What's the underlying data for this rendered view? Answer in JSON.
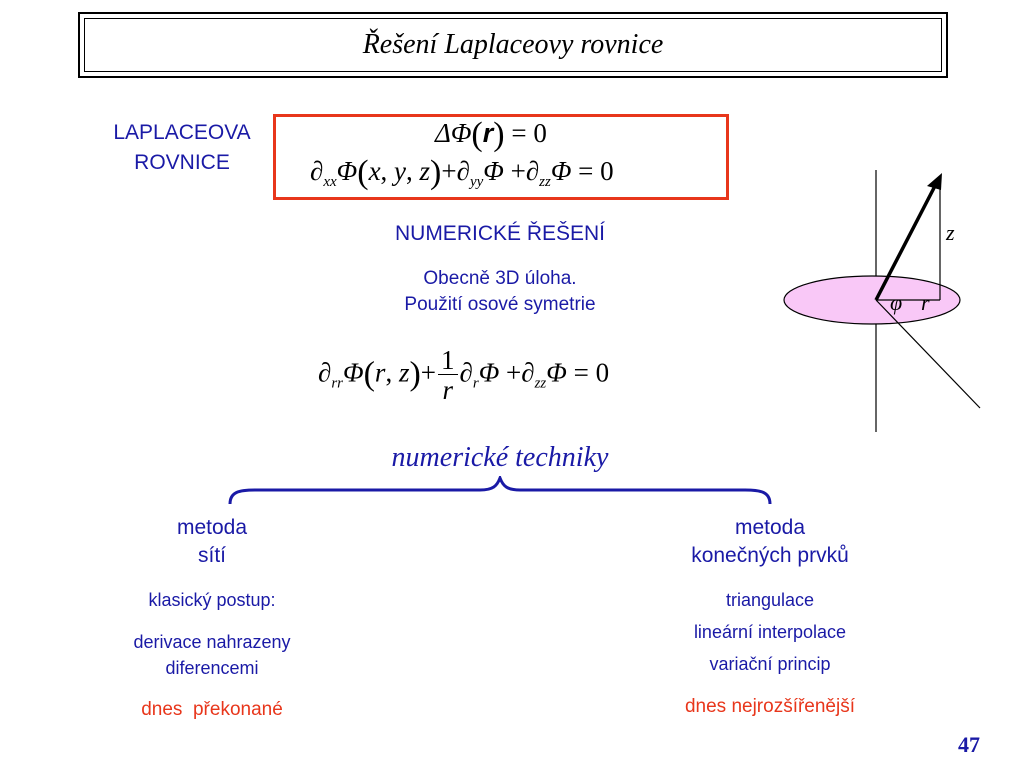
{
  "slide": {
    "title": "Řešení Laplaceovy rovnice",
    "page_number": "47"
  },
  "laplace": {
    "label_line1": "LAPLACEOVA",
    "label_line2": "ROVNICE"
  },
  "numeric": {
    "heading": "NUMERICKÉ ŘEŠENÍ",
    "line1": "Obecně 3D úloha.",
    "line2": "Použití osové symetrie"
  },
  "diagram": {
    "label_z": "z",
    "label_phi": "φ",
    "label_r": "r"
  },
  "techniques": {
    "label": "numerické techniky"
  },
  "left_method": {
    "title_line1": "metoda",
    "title_line2": "sítí",
    "item1": "klasický postup:",
    "item2_line1": "derivace nahrazeny",
    "item2_line2": "diferencemi",
    "note": "dnes  překonané"
  },
  "right_method": {
    "title_line1": "metoda",
    "title_line2": "konečných prvků",
    "item1": "triangulace",
    "item2": "lineární interpolace",
    "item3": "variační princip",
    "note": "dnes nejrozšířenější"
  },
  "colors": {
    "text_blue": "#1a1aa6",
    "accent_red": "#e8361b",
    "disc_fill": "#f9c8f7"
  }
}
